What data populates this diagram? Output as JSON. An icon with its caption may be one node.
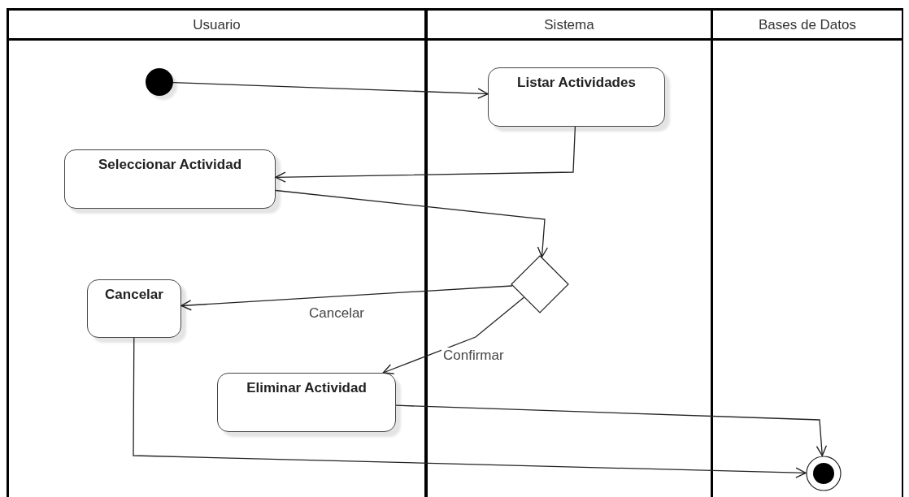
{
  "diagram": {
    "nodes": [
      {
        "text": [
          "Usuario"
        ]
      },
      {
        "text": [
          "Sistema"
        ]
      },
      {
        "text": [
          "Bases de Datos"
        ]
      },
      {
        "text": [],
        "shape": "circle",
        "in": 0
      },
      {
        "text": [
          "Listar Actividades"
        ],
        "in": 1
      },
      {
        "text": [
          "Seleccionar Actividad"
        ],
        "in": 0
      },
      {
        "text": [],
        "shape": "diamond",
        "in": 1
      },
      {
        "text": [
          "Cancelar"
        ],
        "in": 0
      },
      {
        "text": [
          "Eliminar Actividad"
        ],
        "in": 0
      },
      {
        "text": [],
        "shape": "bullseye",
        "in": 2
      }
    ],
    "edges": [
      {
        "from": 3,
        "to": 4,
        "arrow": "to"
      },
      {
        "from": 4,
        "to": 5,
        "arrow": "to"
      },
      {
        "from": 5,
        "to": 6,
        "arrow": "to"
      },
      {
        "from": 6,
        "to": 7,
        "arrow": "to",
        "label": "Cancelar"
      },
      {
        "from": 6,
        "to": 8,
        "arrow": "to",
        "label": "Confirmar"
      },
      {
        "from": 8,
        "to": 9,
        "arrow": "to"
      },
      {
        "from": 7,
        "to": 9,
        "arrow": "to"
      }
    ]
  }
}
